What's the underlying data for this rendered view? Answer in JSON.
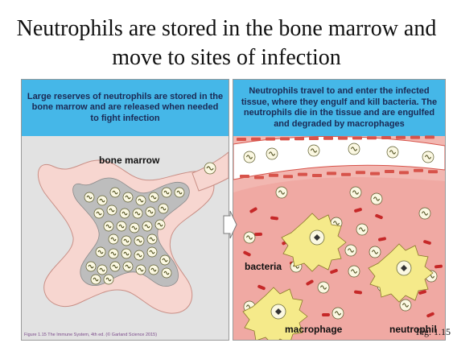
{
  "title": "Neutrophils are stored in the bone marrow and move to sites of infection",
  "left_panel": {
    "header": "Large reserves of neutrophils are stored in the bone marrow and are released when needed to fight infection",
    "label_bone_marrow": "bone marrow"
  },
  "right_panel": {
    "header": "Neutrophils travel to and enter the infected tissue, where they engulf and kill bacteria. The neutrophils die in the tissue and are engulfed and degraded by macrophages",
    "label_bacteria": "bacteria",
    "label_macrophage": "macrophage",
    "label_neutrophil": "neutrophil"
  },
  "credit": "Figure 1.15 The Immune System, 4th ed. (© Garland Science 2015)",
  "fig_label": "Fig. 1.15",
  "colors": {
    "header_blue": "#45b7e8",
    "header_text": "#1b2a55",
    "marrow_pink": "#f7d6d0",
    "marrow_gray": "#bdbdbd",
    "tissue_pink": "#f2b7b1",
    "vessel_red": "#d7534a",
    "bacteria_red": "#c62828",
    "macrophage_yellow": "#f5ea8a",
    "neutrophil_fill": "#fbf8e2"
  }
}
